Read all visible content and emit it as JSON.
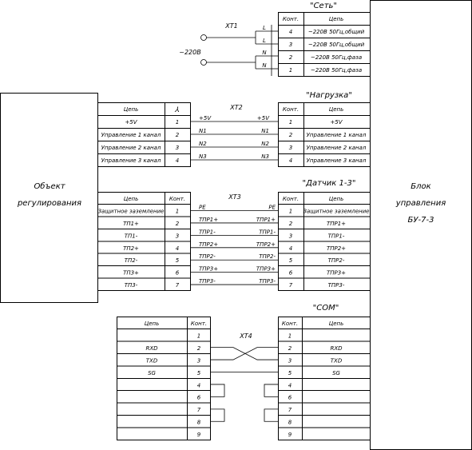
{
  "mains": {
    "title": "\"Сеть\"",
    "connector": "XT1",
    "voltage": "~220В",
    "header": {
      "pin": "Конт.",
      "circuit": "Цепь"
    },
    "rows": [
      {
        "pin": "4",
        "circuit": "~220В 50Гц,общий",
        "wire": "L"
      },
      {
        "pin": "3",
        "circuit": "~220В 50Гц,общий",
        "wire": "L"
      },
      {
        "pin": "2",
        "circuit": "~220В 50Гц,фаза",
        "wire": "N"
      },
      {
        "pin": "1",
        "circuit": "~220В 50Гц,фаза",
        "wire": "N"
      }
    ]
  },
  "object": {
    "line1": "Объект",
    "line2": "регулирования"
  },
  "unit": {
    "line1": "Блок",
    "line2": "управления",
    "line3": "БУ-7-3"
  },
  "load": {
    "title": "\"Нагрузка\"",
    "connector": "XT2",
    "header_left": {
      "circuit": "Цепь",
      "pin_symbol": "⅄"
    },
    "header_right": {
      "pin": "Конт.",
      "circuit": "Цепь"
    },
    "rows": [
      {
        "pin": "1",
        "circuit": "+5V",
        "wire": "+5V"
      },
      {
        "pin": "2",
        "circuit": "Управление 1 канал",
        "wire": "N1"
      },
      {
        "pin": "3",
        "circuit": "Управление 2 канал",
        "wire": "N2"
      },
      {
        "pin": "4",
        "circuit": "Управление 3 канал",
        "wire": "N3"
      }
    ]
  },
  "sensor": {
    "title": "\"Датчик 1-3\"",
    "connector": "XT3",
    "header": {
      "pin": "Конт.",
      "circuit": "Цепь"
    },
    "rows": [
      {
        "pin": "1",
        "left": "Защитное заземление",
        "wire": "PE",
        "right": "Защитное заземление"
      },
      {
        "pin": "2",
        "left": "ТП1+",
        "wire": "ТПР1+",
        "right": "ТПР1+"
      },
      {
        "pin": "3",
        "left": "ТП1-",
        "wire": "ТПР1-",
        "right": "ТПР1-"
      },
      {
        "pin": "4",
        "left": "ТП2+",
        "wire": "ТПР2+",
        "right": "ТПР2+"
      },
      {
        "pin": "5",
        "left": "ТП2-",
        "wire": "ТПР2-",
        "right": "ТПР2-"
      },
      {
        "pin": "6",
        "left": "ТП3+",
        "wire": "ТПР3+",
        "right": "ТПР3+"
      },
      {
        "pin": "7",
        "left": "ТП3-",
        "wire": "ТПР3-",
        "right": "ТПР3-"
      }
    ]
  },
  "com": {
    "title": "\"СОМ\"",
    "connector": "XT4",
    "header": {
      "pin": "Конт.",
      "circuit": "Цепь"
    },
    "rows": [
      {
        "pin": "1",
        "circuit": ""
      },
      {
        "pin": "2",
        "circuit": "RXD"
      },
      {
        "pin": "3",
        "circuit": "TXD"
      },
      {
        "pin": "5",
        "circuit": "SG"
      },
      {
        "pin": "4",
        "circuit": ""
      },
      {
        "pin": "6",
        "circuit": ""
      },
      {
        "pin": "7",
        "circuit": ""
      },
      {
        "pin": "8",
        "circuit": ""
      },
      {
        "pin": "9",
        "circuit": ""
      }
    ]
  }
}
